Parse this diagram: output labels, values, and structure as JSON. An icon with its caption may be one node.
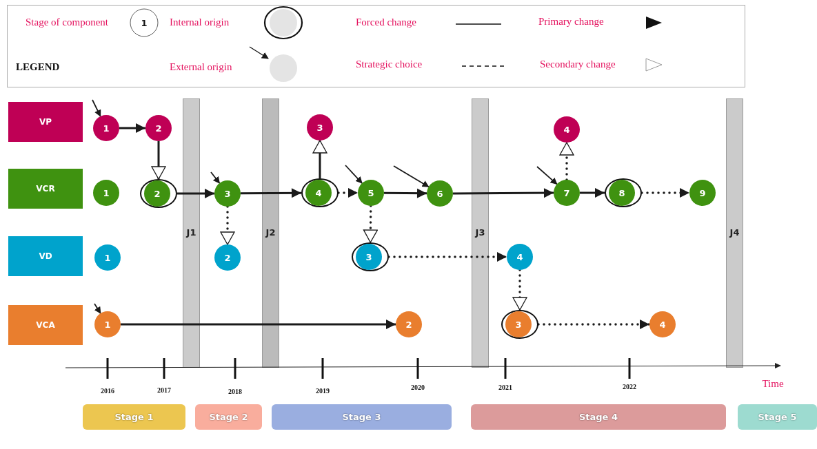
{
  "diagram": {
    "nodes": [
      {
        "text": [
          "VP"
        ]
      },
      {
        "text": [
          "VCR"
        ]
      },
      {
        "text": [
          "VD"
        ]
      },
      {
        "text": [
          "VCA"
        ]
      },
      {
        "text": [
          "1"
        ]
      },
      {
        "text": [
          "2"
        ]
      },
      {
        "text": [
          "3"
        ]
      },
      {
        "text": [
          "4"
        ]
      },
      {
        "text": [
          "1"
        ]
      },
      {
        "text": [
          "2"
        ]
      },
      {
        "text": [
          "3"
        ]
      },
      {
        "text": [
          "4"
        ]
      },
      {
        "text": [
          "5"
        ]
      },
      {
        "text": [
          "6"
        ]
      },
      {
        "text": [
          "7"
        ]
      },
      {
        "text": [
          "8"
        ]
      },
      {
        "text": [
          "9"
        ]
      },
      {
        "text": [
          "1"
        ]
      },
      {
        "text": [
          "2"
        ]
      },
      {
        "text": [
          "3"
        ]
      },
      {
        "text": [
          "4"
        ]
      },
      {
        "text": [
          "1"
        ]
      },
      {
        "text": [
          "2"
        ]
      },
      {
        "text": [
          "3"
        ]
      },
      {
        "text": [
          "4"
        ]
      },
      {
        "text": [
          "Stage 1"
        ]
      },
      {
        "text": [
          "Stage 2"
        ]
      },
      {
        "text": [
          "Stage 3"
        ]
      },
      {
        "text": [
          "Stage 4"
        ]
      },
      {
        "text": [
          "Stage 5"
        ]
      }
    ],
    "edges": [
      {
        "from": 4,
        "to": 5,
        "arrow": "to"
      },
      {
        "from": 5,
        "to": 9,
        "arrow": "to"
      },
      {
        "from": 9,
        "to": 10,
        "arrow": "to"
      },
      {
        "from": 10,
        "to": 18,
        "arrow": "to",
        "style": "dashed"
      },
      {
        "from": 10,
        "to": 11,
        "arrow": "to"
      },
      {
        "from": 11,
        "to": 6,
        "arrow": "to"
      },
      {
        "from": 11,
        "to": 12,
        "arrow": "to",
        "style": "dashed"
      },
      {
        "from": 12,
        "to": 19,
        "arrow": "to",
        "style": "dashed"
      },
      {
        "from": 12,
        "to": 13,
        "arrow": "to"
      },
      {
        "from": 13,
        "to": 14,
        "arrow": "to"
      },
      {
        "from": 14,
        "to": 7,
        "arrow": "to",
        "style": "dashed"
      },
      {
        "from": 14,
        "to": 15,
        "arrow": "to"
      },
      {
        "from": 15,
        "to": 16,
        "arrow": "to",
        "style": "dashed"
      },
      {
        "from": 19,
        "to": 20,
        "arrow": "to",
        "style": "dashed"
      },
      {
        "from": 20,
        "to": 23,
        "arrow": "to",
        "style": "dashed"
      },
      {
        "from": 21,
        "to": 22,
        "arrow": "to"
      },
      {
        "from": 23,
        "to": 24,
        "arrow": "to",
        "style": "dashed"
      },
      {
        "from": null,
        "to": 4,
        "arrow": "to"
      },
      {
        "from": null,
        "to": 10,
        "arrow": "to"
      },
      {
        "from": null,
        "to": 12,
        "arrow": "to"
      },
      {
        "from": null,
        "to": 13,
        "arrow": "to"
      },
      {
        "from": null,
        "to": 14,
        "arrow": "to"
      },
      {
        "from": null,
        "to": 21,
        "arrow": "to"
      }
    ],
    "labels": [
      "1",
      "LEGEND",
      "J1",
      "J2",
      "J3",
      "J4",
      "2016",
      "2017",
      "2018",
      "2019",
      "2020",
      "2021",
      "2022",
      "Time"
    ],
    "legend": [
      {
        "text": "Stage of component"
      },
      {
        "text": "Internal origin"
      },
      {
        "text": "Forced change"
      },
      {
        "text": "Primary change"
      },
      {
        "text": "External origin"
      },
      {
        "text": "Strategic choice"
      },
      {
        "text": "Secondary change"
      }
    ]
  }
}
